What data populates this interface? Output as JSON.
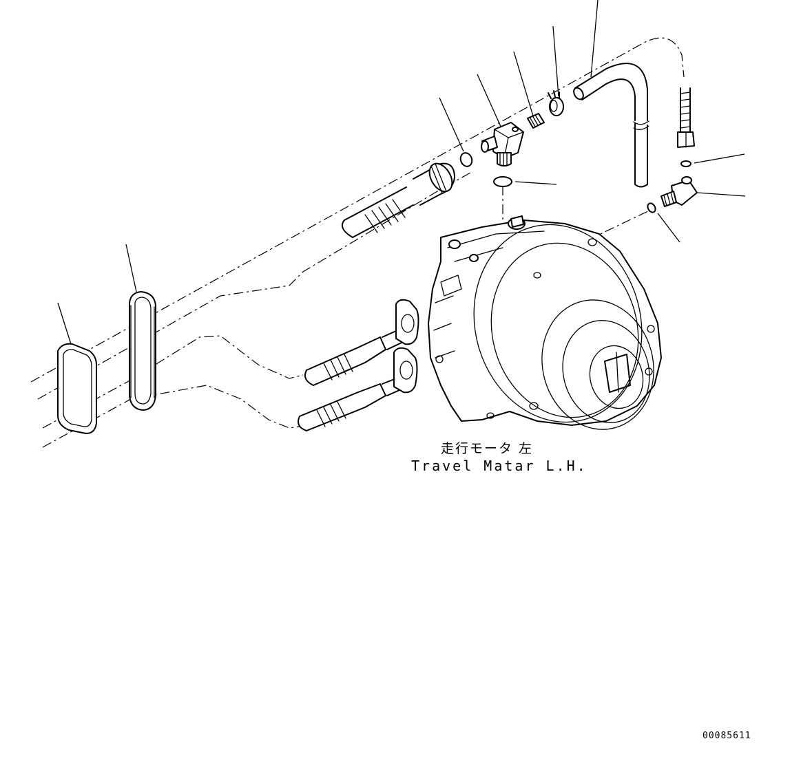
{
  "caption": {
    "japanese": "走行モータ 左",
    "english": "Travel Matar L.H."
  },
  "figure_number": "00085611"
}
